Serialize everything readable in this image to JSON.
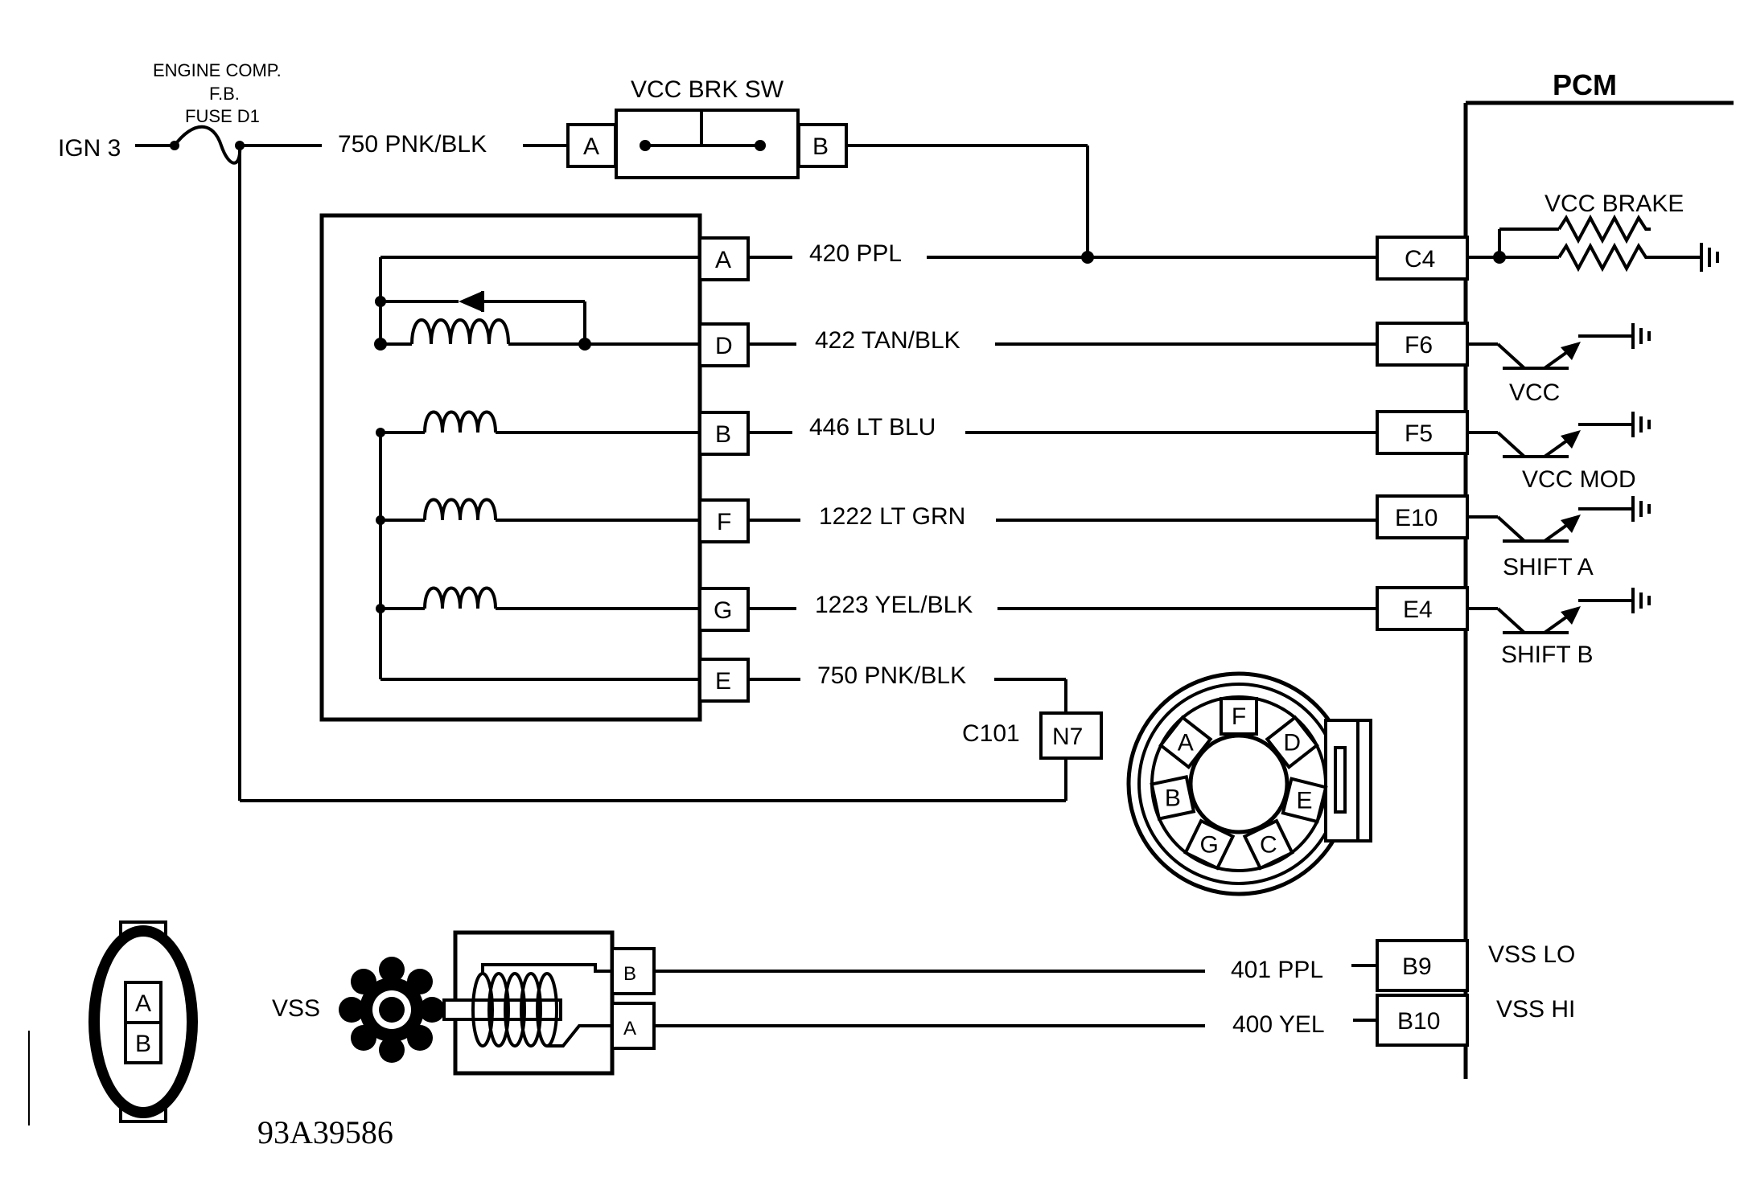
{
  "labels": {
    "ign": "IGN 3",
    "fuse_line1": "ENGINE COMP.",
    "fuse_line2": "F.B.",
    "fuse_line3": "FUSE D1",
    "brake_switch": "VCC BRK SW",
    "pcm": "PCM",
    "vcc_brake": "VCC BRAKE",
    "vcc": "VCC",
    "vcc_mod": "VCC MOD",
    "shift_a": "SHIFT A",
    "shift_b": "SHIFT B",
    "vss": "VSS",
    "vss_lo": "VSS LO",
    "vss_hi": "VSS HI",
    "c101": "C101",
    "figure_id": "93A39586"
  },
  "wires": {
    "w750_top": "750 PNK/BLK",
    "w420": "420 PPL",
    "w422": "422 TAN/BLK",
    "w446": "446 LT BLU",
    "w1222": "1222 LT GRN",
    "w1223": "1223 YEL/BLK",
    "w750_e": "750 PNK/BLK",
    "w401": "401 PPL",
    "w400": "400 YEL"
  },
  "pins": {
    "sw_a": "A",
    "sw_b": "B",
    "sol_a": "A",
    "sol_d": "D",
    "sol_b": "B",
    "sol_f": "F",
    "sol_g": "G",
    "sol_e": "E",
    "pcm_c4": "C4",
    "pcm_f6": "F6",
    "pcm_f5": "F5",
    "pcm_e10": "E10",
    "pcm_e4": "E4",
    "n7": "N7",
    "pcm_b9": "B9",
    "pcm_b10": "B10",
    "vss_b": "B",
    "vss_a": "A",
    "face_a": "A",
    "face_b": "B"
  },
  "round_connector_pins": [
    "F",
    "D",
    "E",
    "C",
    "G",
    "B",
    "A"
  ]
}
